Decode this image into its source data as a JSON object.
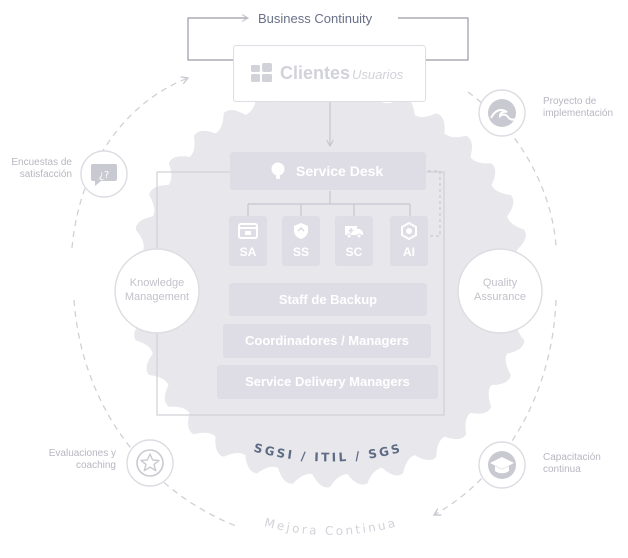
{
  "top_label": "Business Continuity",
  "clientes": {
    "title": "Clientes",
    "subtitle": "Usuarios"
  },
  "service_desk": "Service Desk",
  "units": [
    "SA",
    "SS",
    "SC",
    "AI"
  ],
  "staff_backup": "Staff de Backup",
  "coordinadores": "Coordinadores / Managers",
  "sdm": "Service Delivery Managers",
  "knowledge": "Knowledge Management",
  "quality": "Quality Assurance",
  "seal_text": "SGSI / ITIL / SGS",
  "mejora": "Mejora Continua",
  "encuestas": "Encuestas de satisfacción",
  "proyecto": "Proyecto de implementación",
  "evaluaciones": "Evaluaciones y coaching",
  "capacitacion": "Capacitación continua",
  "colors": {
    "box": "#dedde5",
    "seal": "#e7e7ec",
    "line": "#c6c6ce",
    "text_light": "#b7b7c1",
    "seal_text": "#5e6b85"
  }
}
